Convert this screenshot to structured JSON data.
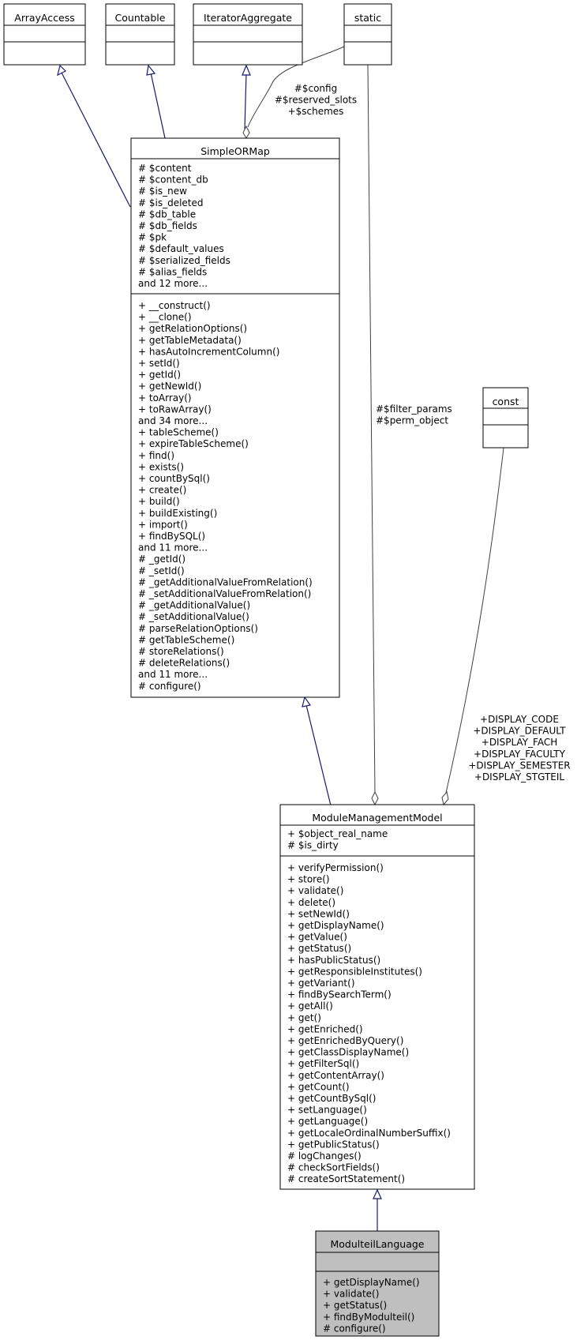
{
  "classes": {
    "array_access": {
      "name": "ArrayAccess",
      "attributes": [],
      "operations": []
    },
    "countable": {
      "name": "Countable",
      "attributes": [],
      "operations": []
    },
    "iterator_aggregate": {
      "name": "IteratorAggregate",
      "attributes": [],
      "operations": []
    },
    "static_cls": {
      "name": "static",
      "attributes": [],
      "operations": []
    },
    "const_cls": {
      "name": "const",
      "attributes": [],
      "operations": []
    },
    "simple_orm_map": {
      "name": "SimpleORMap",
      "attributes": [
        "# $content",
        "# $content_db",
        "# $is_new",
        "# $is_deleted",
        "# $db_table",
        "# $db_fields",
        "# $pk",
        "# $default_values",
        "# $serialized_fields",
        "# $alias_fields",
        "and 12 more..."
      ],
      "operations": [
        "+ __construct()",
        "+ __clone()",
        "+ getRelationOptions()",
        "+ getTableMetadata()",
        "+ hasAutoIncrementColumn()",
        "+ setId()",
        "+ getId()",
        "+ getNewId()",
        "+ toArray()",
        "+ toRawArray()",
        "and 34 more...",
        "+ tableScheme()",
        "+ expireTableScheme()",
        "+ find()",
        "+ exists()",
        "+ countBySql()",
        "+ create()",
        "+ build()",
        "+ buildExisting()",
        "+ import()",
        "+ findBySQL()",
        "and 11 more...",
        "# _getId()",
        "# _setId()",
        "# _getAdditionalValueFromRelation()",
        "# _setAdditionalValueFromRelation()",
        "# _getAdditionalValue()",
        "# _setAdditionalValue()",
        "# parseRelationOptions()",
        "# getTableScheme()",
        "# storeRelations()",
        "# deleteRelations()",
        "and 11 more...",
        "# configure()"
      ]
    },
    "module_management_model": {
      "name": "ModuleManagementModel",
      "attributes": [
        "+ $object_real_name",
        "# $is_dirty"
      ],
      "operations": [
        "+ verifyPermission()",
        "+ store()",
        "+ validate()",
        "+ delete()",
        "+ setNewId()",
        "+ getDisplayName()",
        "+ getValue()",
        "+ getStatus()",
        "+ hasPublicStatus()",
        "+ getResponsibleInstitutes()",
        "+ getVariant()",
        "+ findBySearchTerm()",
        "+ getAll()",
        "+ get()",
        "+ getEnriched()",
        "+ getEnrichedByQuery()",
        "+ getClassDisplayName()",
        "+ getFilterSql()",
        "+ getContentArray()",
        "+ getCount()",
        "+ getCountBySql()",
        "+ setLanguage()",
        "+ getLanguage()",
        "+ getLocaleOrdinalNumberSuffix()",
        "+ getPublicStatus()",
        "# logChanges()",
        "# checkSortFields()",
        "# createSortStatement()"
      ]
    },
    "modulteil_language": {
      "name": "ModulteilLanguage",
      "attributes": [],
      "operations": [
        "+ getDisplayName()",
        "+ validate()",
        "+ getStatus()",
        "+ findByModulteil()",
        "# configure()"
      ]
    }
  },
  "edge_labels": {
    "static_to_orm": [
      "#$config",
      "#$reserved_slots",
      "+$schemes"
    ],
    "static_to_mmm": [
      "#$filter_params",
      "#$perm_object"
    ],
    "const_to_mmm": [
      "+DISPLAY_CODE",
      "+DISPLAY_DEFAULT",
      "+DISPLAY_FACH",
      "+DISPLAY_FACULTY",
      "+DISPLAY_SEMESTER",
      "+DISPLAY_STGTEIL"
    ]
  },
  "colors": {
    "generalization_edge": "#191970",
    "association_edge": "#404040",
    "highlight_fill": "#bfbfbf",
    "box_stroke": "#000000"
  }
}
